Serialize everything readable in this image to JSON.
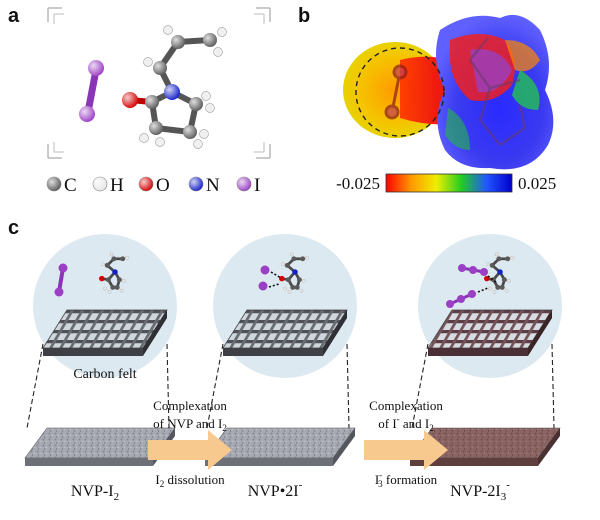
{
  "panels": {
    "a": "a",
    "b": "b",
    "c": "c"
  },
  "legend": [
    {
      "symbol": "C",
      "color": "#5a5a5a"
    },
    {
      "symbol": "H",
      "color": "#e6e6e6"
    },
    {
      "symbol": "O",
      "color": "#d40000"
    },
    {
      "symbol": "N",
      "color": "#1420c8"
    },
    {
      "symbol": "I",
      "color": "#9b3fc4"
    }
  ],
  "colorbar": {
    "min": "-0.025",
    "max": "0.025"
  },
  "stages": [
    {
      "label_main": "NVP-I",
      "label_sub": "2",
      "label_sup": "",
      "material_color": "#9a9ca6",
      "felt_color": "#5a5a60"
    },
    {
      "label_main": "NVP•2I",
      "label_sub": "",
      "label_sup": "-",
      "material_color": "#9a9ca6",
      "felt_color": "#5a5a60"
    },
    {
      "label_main": "NVP-2I",
      "label_sub": "3",
      "label_sup": "-",
      "material_color": "#7b5a58",
      "felt_color": "#5e3f44"
    }
  ],
  "felt_caption": "Carbon felt",
  "arrows": [
    {
      "top_line1": "Complexation",
      "top_line2_a": "of NVP and I",
      "top_line2_sub": "2",
      "bottom_a": "I",
      "bottom_sub": "2",
      "bottom_b": " dissolution"
    },
    {
      "top_line1": "Complexation",
      "top_line2_a": "of I",
      "top_line2_sup": "-",
      "top_line2_b": " and I",
      "top_line2_sub": "2",
      "bottom_a": "I",
      "bottom_sub": "3",
      "bottom_sup": "-",
      "bottom_b": " formation"
    }
  ],
  "colors": {
    "arrow": "#f7c98e",
    "circle": "#dde9f0",
    "iodine": "#9b3fc4"
  }
}
